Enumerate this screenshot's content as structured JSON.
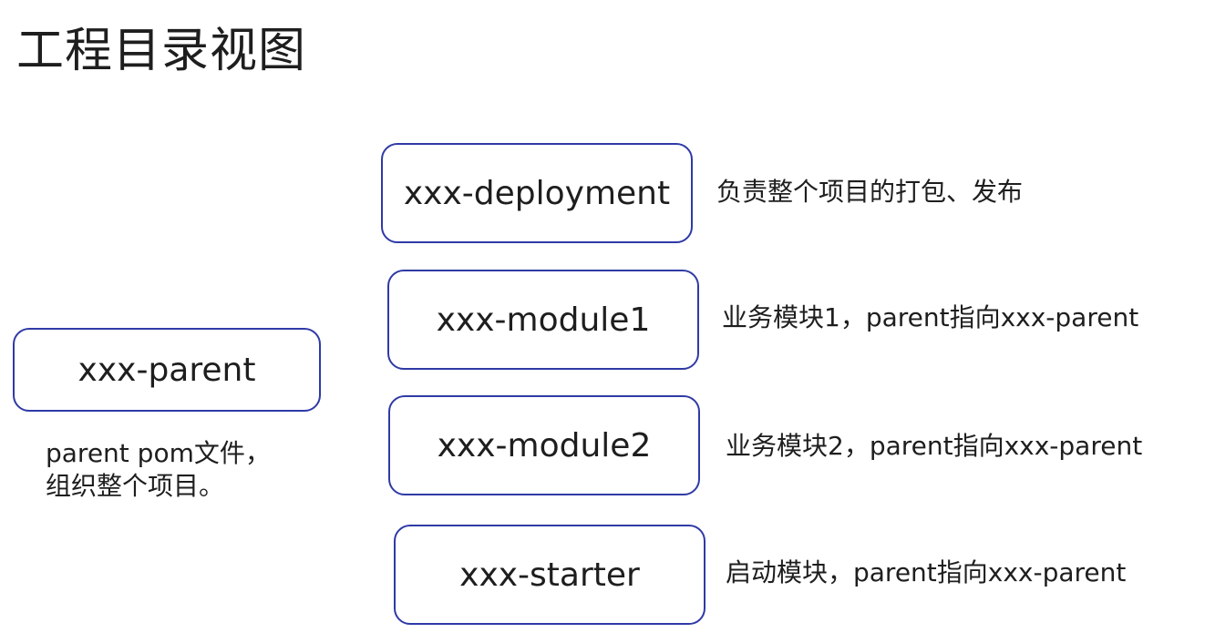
{
  "title": "工程目录视图",
  "colors": {
    "box_border": "#2f3aa6",
    "text": "#1e1e1e",
    "background": "#ffffff"
  },
  "parent": {
    "label": "xxx-parent",
    "note_line1": "parent pom文件，",
    "note_line2": "组织整个项目。"
  },
  "modules": [
    {
      "label": "xxx-deployment",
      "description": "负责整个项目的打包、发布"
    },
    {
      "label": "xxx-module1",
      "description": "业务模块1，parent指向xxx-parent"
    },
    {
      "label": "xxx-module2",
      "description": "业务模块2，parent指向xxx-parent"
    },
    {
      "label": "xxx-starter",
      "description": "启动模块，parent指向xxx-parent"
    }
  ]
}
